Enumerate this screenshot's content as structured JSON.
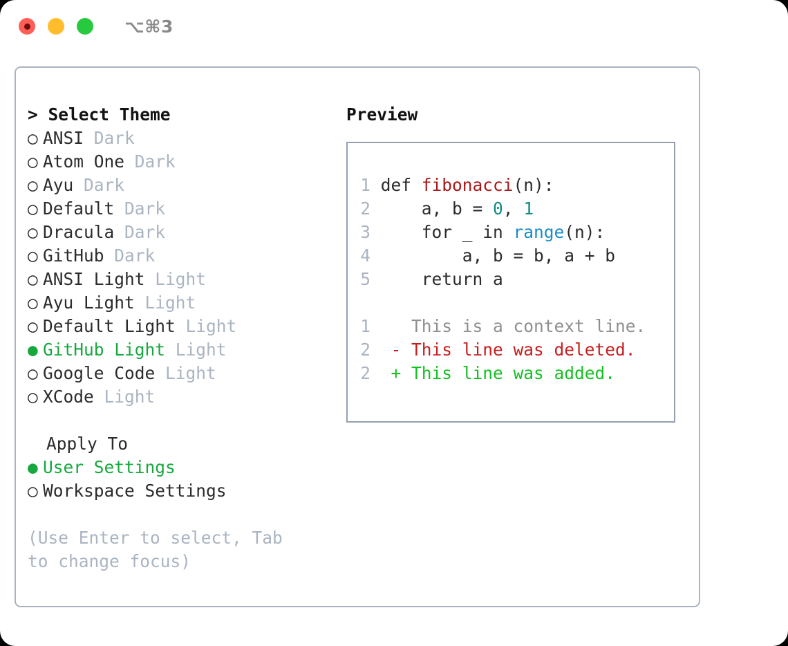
{
  "window": {
    "title": "⌥⌘3",
    "traffic_lights": [
      {
        "name": "close",
        "color": "#ff5f56",
        "recording_dot": true
      },
      {
        "name": "minimize",
        "color": "#ffbd2e",
        "recording_dot": false
      },
      {
        "name": "maximize",
        "color": "#27c93f",
        "recording_dot": false
      }
    ]
  },
  "theme_picker": {
    "header": "> Select Theme",
    "selected_bullet": "●",
    "unselected_bullet": "○",
    "items": [
      {
        "name": "ANSI",
        "variant": "Dark",
        "selected": false
      },
      {
        "name": "Atom One",
        "variant": "Dark",
        "selected": false
      },
      {
        "name": "Ayu",
        "variant": "Dark",
        "selected": false
      },
      {
        "name": "Default",
        "variant": "Dark",
        "selected": false
      },
      {
        "name": "Dracula",
        "variant": "Dark",
        "selected": false
      },
      {
        "name": "GitHub",
        "variant": "Dark",
        "selected": false
      },
      {
        "name": "ANSI Light",
        "variant": "Light",
        "selected": false
      },
      {
        "name": "Ayu Light",
        "variant": "Light",
        "selected": false
      },
      {
        "name": "Default Light",
        "variant": "Light",
        "selected": false
      },
      {
        "name": "GitHub Light",
        "variant": "Light",
        "selected": true
      },
      {
        "name": "Google Code",
        "variant": "Light",
        "selected": false
      },
      {
        "name": "XCode",
        "variant": "Light",
        "selected": false
      }
    ]
  },
  "apply_to": {
    "header": "Apply To",
    "options": [
      {
        "label": "User Settings",
        "selected": true
      },
      {
        "label": "Workspace Settings",
        "selected": false
      }
    ]
  },
  "hint": "(Use Enter to select, Tab to change focus)",
  "preview": {
    "header": "Preview",
    "code_lines": [
      {
        "num": "1",
        "parts": [
          {
            "t": "def ",
            "c": "plain"
          },
          {
            "t": "fibonacci",
            "c": "fn"
          },
          {
            "t": "(n):",
            "c": "plain"
          }
        ]
      },
      {
        "num": "2",
        "parts": [
          {
            "t": "    a, b = ",
            "c": "plain"
          },
          {
            "t": "0",
            "c": "num"
          },
          {
            "t": ", ",
            "c": "plain"
          },
          {
            "t": "1",
            "c": "num"
          }
        ]
      },
      {
        "num": "3",
        "parts": [
          {
            "t": "    for _ in ",
            "c": "plain"
          },
          {
            "t": "range",
            "c": "call"
          },
          {
            "t": "(n):",
            "c": "plain"
          }
        ]
      },
      {
        "num": "4",
        "parts": [
          {
            "t": "        a, b = b, a + b",
            "c": "plain"
          }
        ]
      },
      {
        "num": "5",
        "parts": [
          {
            "t": "    return a",
            "c": "plain"
          }
        ]
      }
    ],
    "diff_lines": [
      {
        "num": "1",
        "marker": "  ",
        "text": "This is a context line.",
        "kind": "ctx"
      },
      {
        "num": "2",
        "marker": "- ",
        "text": "This line was deleted.",
        "kind": "del"
      },
      {
        "num": "2",
        "marker": "+ ",
        "text": "This line was added.",
        "kind": "add"
      }
    ]
  },
  "colors": {
    "accent_green": "#16a83e",
    "muted": "#aab4c2",
    "border": "#a9b3c1",
    "preview_border": "#94a0b0",
    "syntax_function": "#a81919",
    "syntax_number": "#0f8a84",
    "syntax_call": "#1a8cc8",
    "diff_deleted": "#c62020",
    "diff_added": "#15c023",
    "diff_context": "#8f8f8f"
  }
}
